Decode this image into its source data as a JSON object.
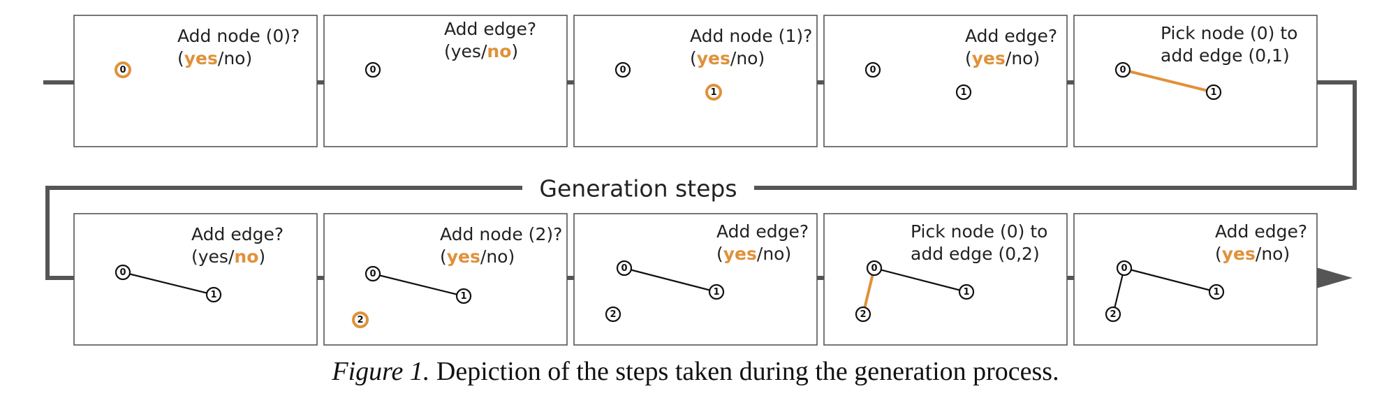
{
  "title": "Generation steps",
  "caption": {
    "figure_label": "Figure 1.",
    "text": "Depiction of the steps taken during the generation process."
  },
  "colors": {
    "highlight": "#e0913a",
    "line": "#555555",
    "ink": "#111111"
  },
  "panels": [
    {
      "question": [
        [
          {
            "t": "Add node (0)?"
          }
        ],
        [
          {
            "t": "("
          },
          {
            "t": "yes",
            "hl": true
          },
          {
            "t": "/no)"
          }
        ]
      ],
      "nodes": [
        {
          "id": "0",
          "hl": true
        }
      ],
      "edges": []
    },
    {
      "question": [
        [
          {
            "t": "Add edge?"
          }
        ],
        [
          {
            "t": "(yes/"
          },
          {
            "t": "no",
            "hl": true
          },
          {
            "t": ")"
          }
        ]
      ],
      "nodes": [
        {
          "id": "0"
        }
      ],
      "edges": []
    },
    {
      "question": [
        [
          {
            "t": "Add node (1)?"
          }
        ],
        [
          {
            "t": "("
          },
          {
            "t": "yes",
            "hl": true
          },
          {
            "t": "/no)"
          }
        ]
      ],
      "nodes": [
        {
          "id": "0"
        },
        {
          "id": "1",
          "hl": true
        }
      ],
      "edges": []
    },
    {
      "question": [
        [
          {
            "t": "Add edge?"
          }
        ],
        [
          {
            "t": "("
          },
          {
            "t": "yes",
            "hl": true
          },
          {
            "t": "/no)"
          }
        ]
      ],
      "nodes": [
        {
          "id": "0"
        },
        {
          "id": "1"
        }
      ],
      "edges": []
    },
    {
      "question": [
        [
          {
            "t": "Pick node (0) to"
          }
        ],
        [
          {
            "t": "add edge (0,1)"
          }
        ]
      ],
      "nodes": [
        {
          "id": "0"
        },
        {
          "id": "1"
        }
      ],
      "edges": [
        {
          "from": "0",
          "to": "1",
          "hl": true
        }
      ]
    },
    {
      "question": [
        [
          {
            "t": "Add edge?"
          }
        ],
        [
          {
            "t": "(yes/"
          },
          {
            "t": "no",
            "hl": true
          },
          {
            "t": ")"
          }
        ]
      ],
      "nodes": [
        {
          "id": "0"
        },
        {
          "id": "1"
        }
      ],
      "edges": [
        {
          "from": "0",
          "to": "1"
        }
      ]
    },
    {
      "question": [
        [
          {
            "t": "Add node (2)?"
          }
        ],
        [
          {
            "t": "("
          },
          {
            "t": "yes",
            "hl": true
          },
          {
            "t": "/no)"
          }
        ]
      ],
      "nodes": [
        {
          "id": "0"
        },
        {
          "id": "1"
        },
        {
          "id": "2",
          "hl": true
        }
      ],
      "edges": [
        {
          "from": "0",
          "to": "1"
        }
      ]
    },
    {
      "question": [
        [
          {
            "t": "Add edge?"
          }
        ],
        [
          {
            "t": "("
          },
          {
            "t": "yes",
            "hl": true
          },
          {
            "t": "/no)"
          }
        ]
      ],
      "nodes": [
        {
          "id": "0"
        },
        {
          "id": "1"
        },
        {
          "id": "2"
        }
      ],
      "edges": [
        {
          "from": "0",
          "to": "1"
        }
      ]
    },
    {
      "question": [
        [
          {
            "t": "Pick node (0) to"
          }
        ],
        [
          {
            "t": "add edge (0,2)"
          }
        ]
      ],
      "nodes": [
        {
          "id": "0"
        },
        {
          "id": "1"
        },
        {
          "id": "2"
        }
      ],
      "edges": [
        {
          "from": "0",
          "to": "1"
        },
        {
          "from": "0",
          "to": "2",
          "hl": true
        }
      ]
    },
    {
      "question": [
        [
          {
            "t": "Add edge?"
          }
        ],
        [
          {
            "t": "("
          },
          {
            "t": "yes",
            "hl": true
          },
          {
            "t": "/no)"
          }
        ]
      ],
      "nodes": [
        {
          "id": "0"
        },
        {
          "id": "1"
        },
        {
          "id": "2"
        }
      ],
      "edges": [
        {
          "from": "0",
          "to": "1"
        },
        {
          "from": "0",
          "to": "2"
        }
      ]
    }
  ]
}
